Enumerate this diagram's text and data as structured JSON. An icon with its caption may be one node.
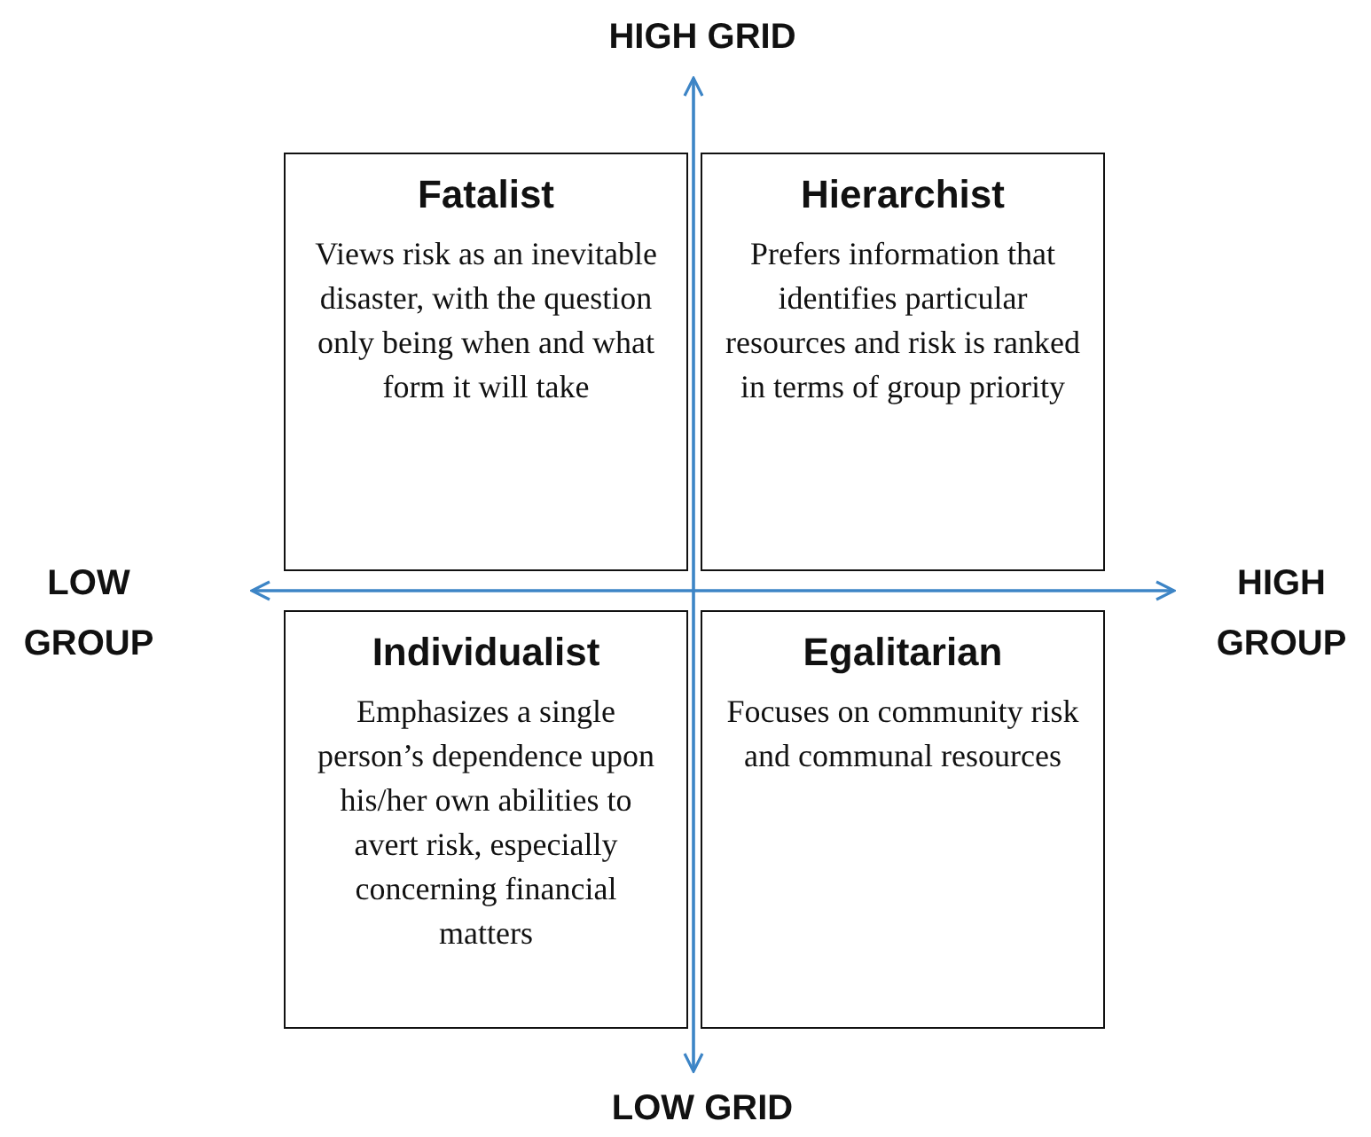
{
  "diagram": {
    "nodes": [
      {
        "text": [
          "Fatalist",
          "Views risk as an inevitable disaster, with the question only being when and what form it will take"
        ]
      },
      {
        "text": [
          "Hierarchist",
          "Prefers information that identifies particular resources and risk is ranked in terms of group priority"
        ]
      },
      {
        "text": [
          "Individualist",
          "Emphasizes a single person’s dependence upon his/her own abilities to avert risk, especially concerning financial matters"
        ]
      },
      {
        "text": [
          "Egalitarian",
          "Focuses on community risk and communal resources"
        ]
      }
    ],
    "labels": [
      "HIGH GRID",
      "LOW GROUP",
      "HIGH GROUP",
      "LOW GRID"
    ]
  }
}
